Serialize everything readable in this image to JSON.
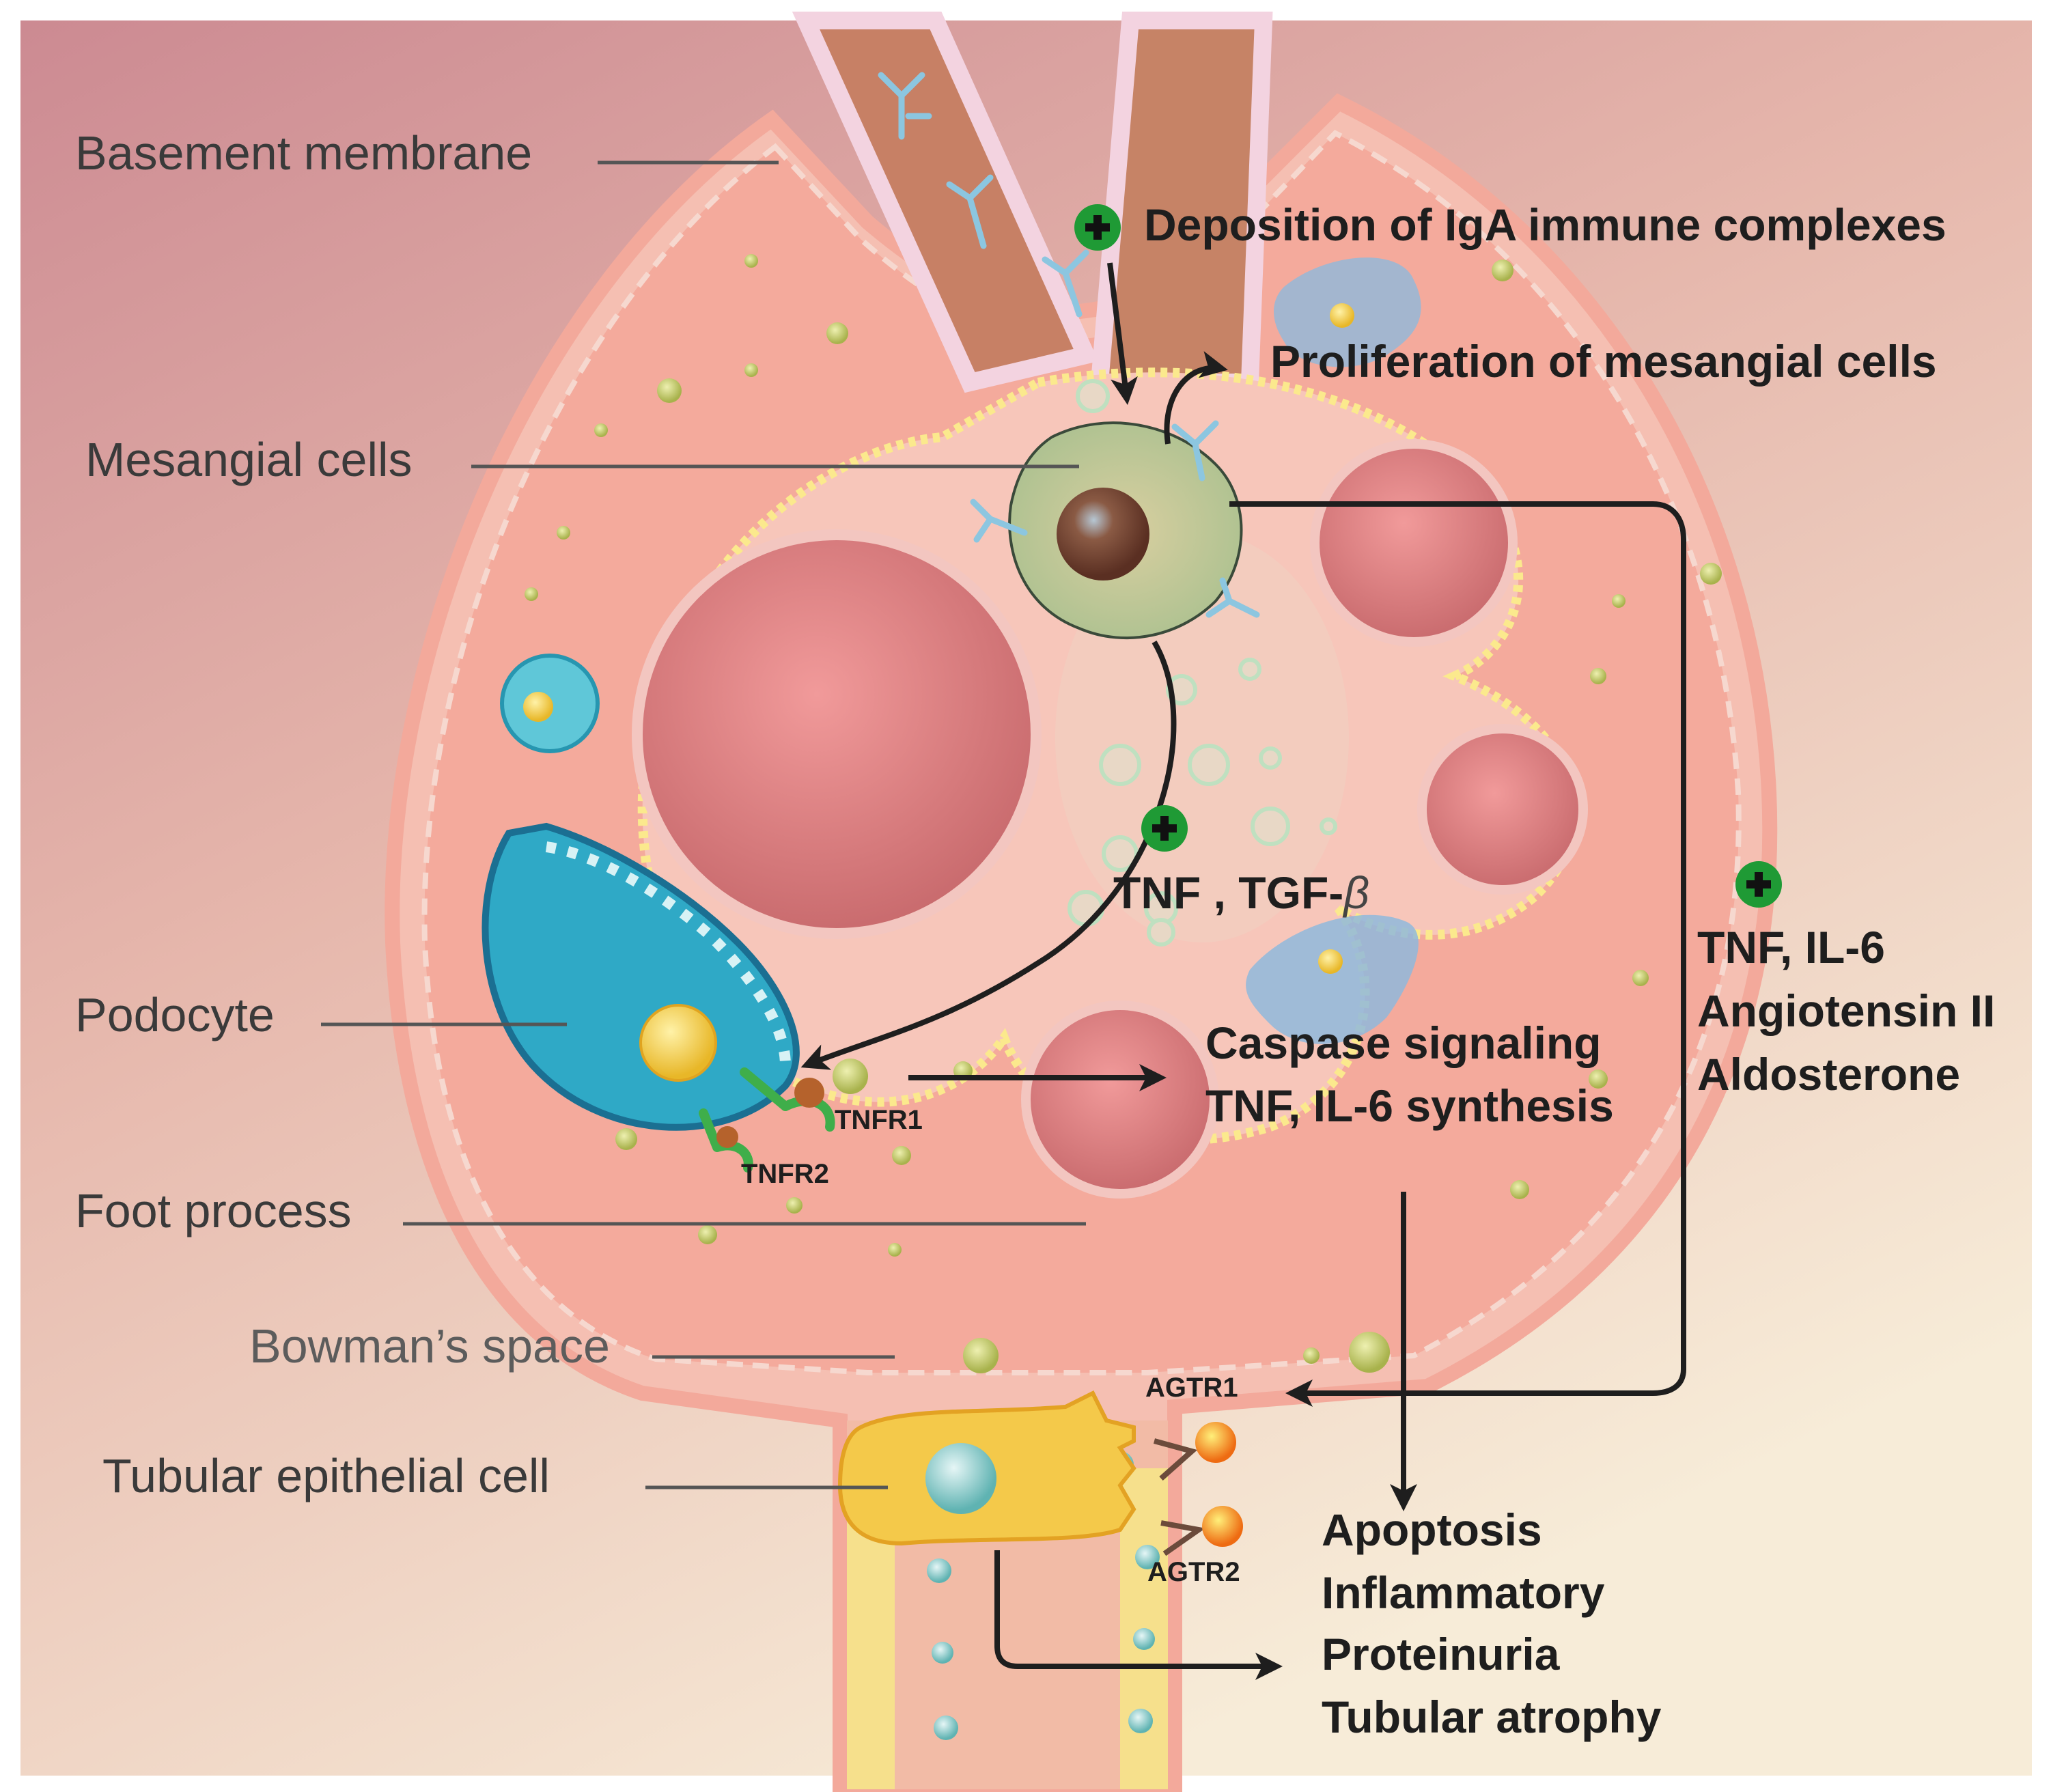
{
  "labels": {
    "basement_membrane": "Basement membrane",
    "mesangial_cells": "Mesangial cells",
    "podocyte": "Podocyte",
    "foot_process": "Foot process",
    "bowmans_space": "Bowman’s space",
    "tubular_epithelial_cell": "Tubular epithelial cell"
  },
  "events": {
    "deposition": "Deposition of IgA immune complexes",
    "proliferation": "Proliferation of mesangial cells",
    "tnf_tgf": "TNF , TGF-",
    "beta": "β",
    "caspase_1": "Caspase signaling",
    "caspase_2": "TNF, IL-6 synthesis",
    "systemic_1": "TNF, IL-6",
    "systemic_2": "Angiotensin II",
    "systemic_3": "Aldosterone"
  },
  "receptors": {
    "tnfr1": "TNFR1",
    "tnfr2": "TNFR2",
    "agtr1": "AGTR1",
    "agtr2": "AGTR2"
  },
  "outcomes": [
    "Apoptosis",
    "Inflammatory",
    "Proteinuria",
    "Tubular atrophy"
  ],
  "icons": {
    "plus": "plus-circle-icon",
    "antibody": "y-shaped-antibody-icon"
  },
  "colors": {
    "background_top": "#d08f96",
    "background_bottom": "#f6ead7",
    "glomerulus": "#f2b0a6",
    "capillary": "#d57f7f",
    "afferent_vessel": "#c67f67",
    "podocyte": "#2fa9c6",
    "tubular_cell": "#f2c94c",
    "plus_green": "#1f9a35",
    "arrow": "#1e1e1e"
  }
}
